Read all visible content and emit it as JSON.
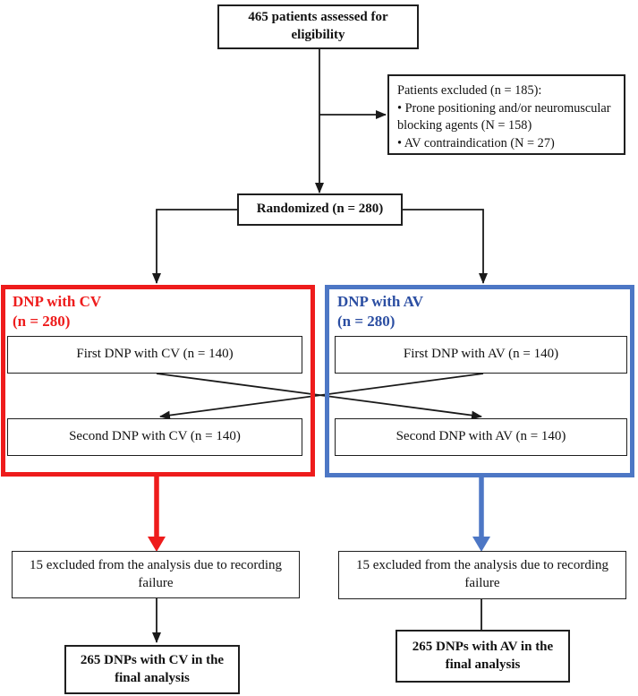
{
  "figure": {
    "type": "consort-flow-diagram"
  },
  "colors": {
    "red": "#ee1c1c",
    "blue_border": "#4d77c5",
    "blue_text": "#2b4ea2",
    "line_black": "#1a1a1a"
  },
  "boxes": {
    "assessed": "465 patients assessed for eligibility",
    "excluded": {
      "title": "Patients excluded (n = 185):",
      "bullet_1": "• Prone positioning and/or neuromuscular blocking agents (N = 158)",
      "bullet_2": "• AV contraindication (N = 27)"
    },
    "randomized": "Randomized (n = 280)",
    "cv_group": {
      "label_line1": "DNP with CV",
      "label_line2": "(n = 280)",
      "first": "First DNP with CV (n = 140)",
      "second": "Second DNP with CV (n = 140)",
      "excluded_analysis": "15 excluded from the analysis due to recording failure",
      "final": "265 DNPs with CV in the final analysis"
    },
    "av_group": {
      "label_line1": "DNP with AV",
      "label_line2": "(n = 280)",
      "first": "First DNP with AV (n = 140)",
      "second": "Second DNP with AV (n = 140)",
      "excluded_analysis": "15 excluded from the analysis due to recording failure",
      "final": "265 DNPs with AV in the final analysis"
    }
  }
}
